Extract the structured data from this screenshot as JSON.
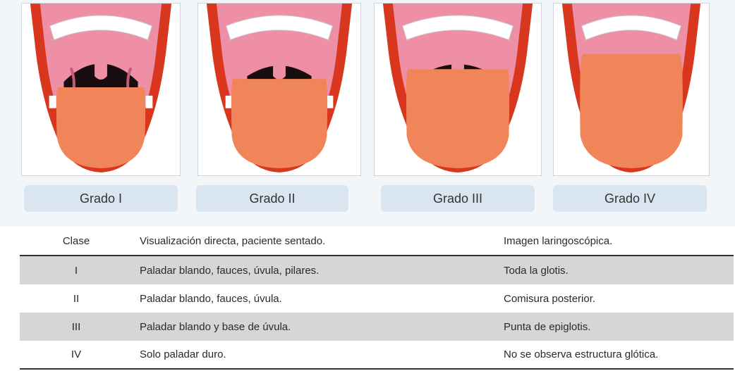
{
  "grades": [
    {
      "label": "Grado I"
    },
    {
      "label": "Grado II"
    },
    {
      "label": "Grado III"
    },
    {
      "label": "Grado IV"
    }
  ],
  "table": {
    "headers": [
      "Clase",
      "Visualización directa, paciente sentado.",
      "Imagen laringoscópica."
    ],
    "rows": [
      [
        "I",
        "Paladar blando, fauces, úvula, pilares.",
        "Toda la glotis."
      ],
      [
        "II",
        "Paladar blando, fauces, úvula.",
        "Comisura posterior."
      ],
      [
        "III",
        "Paladar blando y base de úvula.",
        "Punta de epiglotis."
      ],
      [
        "IV",
        "Solo paladar duro.",
        "No se observa estructura glótica."
      ]
    ]
  },
  "colors": {
    "lips": "#d9361e",
    "mucosa": "#ee8fa6",
    "tongue": "#f0855a",
    "teeth": "#ffffff",
    "throat": "#1a0d10",
    "pill": "#d9e5f0",
    "row_shade": "#d6d6d6"
  }
}
